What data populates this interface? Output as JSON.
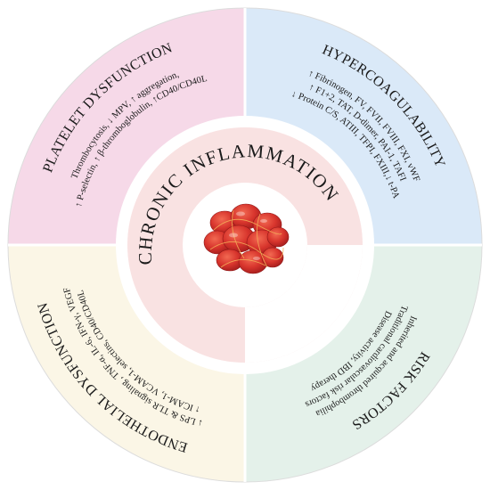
{
  "colors": {
    "platelet": "#f6d9e8",
    "hypercoag": "#dae9f8",
    "endothelial": "#fbf6e6",
    "risk": "#e4f1ea",
    "core_ring": "#f9e2e2",
    "blood_cells": "#d8352d",
    "ring_stroke": "#d9d9d9"
  },
  "center": {
    "title": "CHRONIC INFLAMMATION",
    "icon": "red-blood-cells-icon"
  },
  "quadrants": {
    "platelet": {
      "title": "PLATELET DYSFUNCTION",
      "lines": [
        "Thrombocytosis, ↓ MPV, ↑ aggregation,",
        "↑ P-selectin, ↑ β-thromboglobulin, ↑CD40/CD40L"
      ]
    },
    "hypercoag": {
      "title": "HYPERCOAGULABILITY",
      "lines": [
        "↑ Fibrinogen, FV, FVII, FVIII, FXI, vWF",
        "↑ F1+2, TAT, D-dimer, PAI-1, TAFI",
        "↓ Protein C/S, ATIII, TFPI, FXIII,↓ t-PA"
      ]
    },
    "endothelial": {
      "title": "ENDOTHELIAL DYSFUNCTION",
      "lines": [
        "↑ ICAM-1, VCAM-1, selectins, CD40/CD40L",
        "↓ LPS & TLR signaling , TNF-α, IL-6, IFN-γ, VEGF"
      ]
    },
    "risk": {
      "title": "RISK FACTORS",
      "lines": [
        "Disease activity, IBD therapy",
        "Traditional cardiovascular risk factors",
        "Inherited and acquired thrombophilia"
      ]
    }
  }
}
